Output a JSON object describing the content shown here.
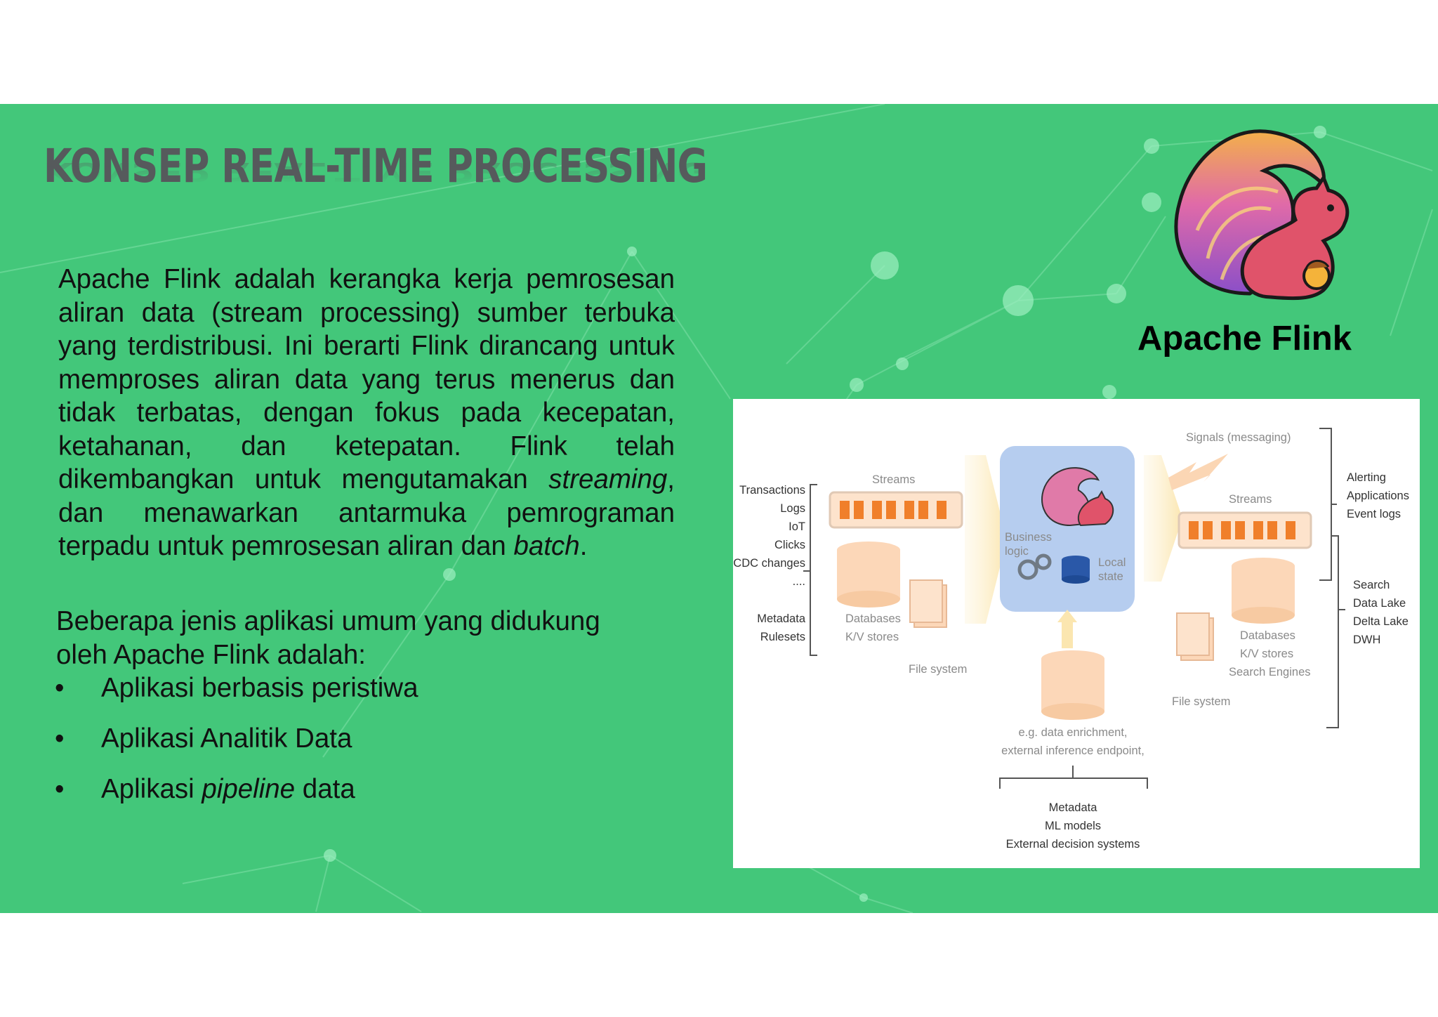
{
  "slide": {
    "title": "KONSEP REAL-TIME PROCESSING",
    "paragraph": {
      "part1": "Apache Flink adalah kerangka kerja pemrosesan aliran data (stream processing) sumber terbuka yang terdistribusi. Ini berarti Flink dirancang untuk memproses aliran data yang terus menerus dan tidak terbatas, dengan fokus pada kecepatan, ketahanan, dan ketepatan. Flink telah dikembangkan untuk mengutamakan ",
      "em1": "streaming",
      "part2": ", dan menawarkan antarmuka pemrograman terpadu untuk pemrosesan aliran dan ",
      "em2": "batch",
      "part3": "."
    },
    "intro": "Beberapa jenis aplikasi umum yang didukung oleh Apache Flink adalah:",
    "bullet_symbol": "•",
    "bullets": {
      "b1": "Aplikasi berbasis peristiwa",
      "b2": "Aplikasi Analitik Data",
      "b3_pre": "Aplikasi ",
      "b3_em": "pipeline",
      "b3_post": " data"
    },
    "logo_caption": "Apache Flink",
    "diagram": {
      "sources_stream": [
        "Transactions",
        "Logs",
        "IoT",
        "Clicks",
        "CDC changes",
        "...."
      ],
      "sources_meta": [
        "Metadata",
        "Rulesets"
      ],
      "streams_in": "Streams",
      "databases_in": [
        "Databases",
        "K/V stores"
      ],
      "file_system_in": "File system",
      "business_logic": [
        "Business",
        "logic"
      ],
      "local_state": [
        "Local",
        "state"
      ],
      "signals": "Signals (messaging)",
      "streams_out": "Streams",
      "databases_out": [
        "Databases",
        "K/V stores",
        "Search Engines"
      ],
      "file_system_out": "File system",
      "sinks_alert": [
        "Alerting",
        "Applications",
        "Event logs"
      ],
      "sinks_search": [
        "Search",
        "Data Lake",
        "Delta Lake",
        "DWH"
      ],
      "enrichment": [
        "e.g. data enrichment,",
        "external inference endpoint,"
      ],
      "metadata_bottom": [
        "Metadata",
        "ML models",
        "External decision systems"
      ]
    }
  }
}
